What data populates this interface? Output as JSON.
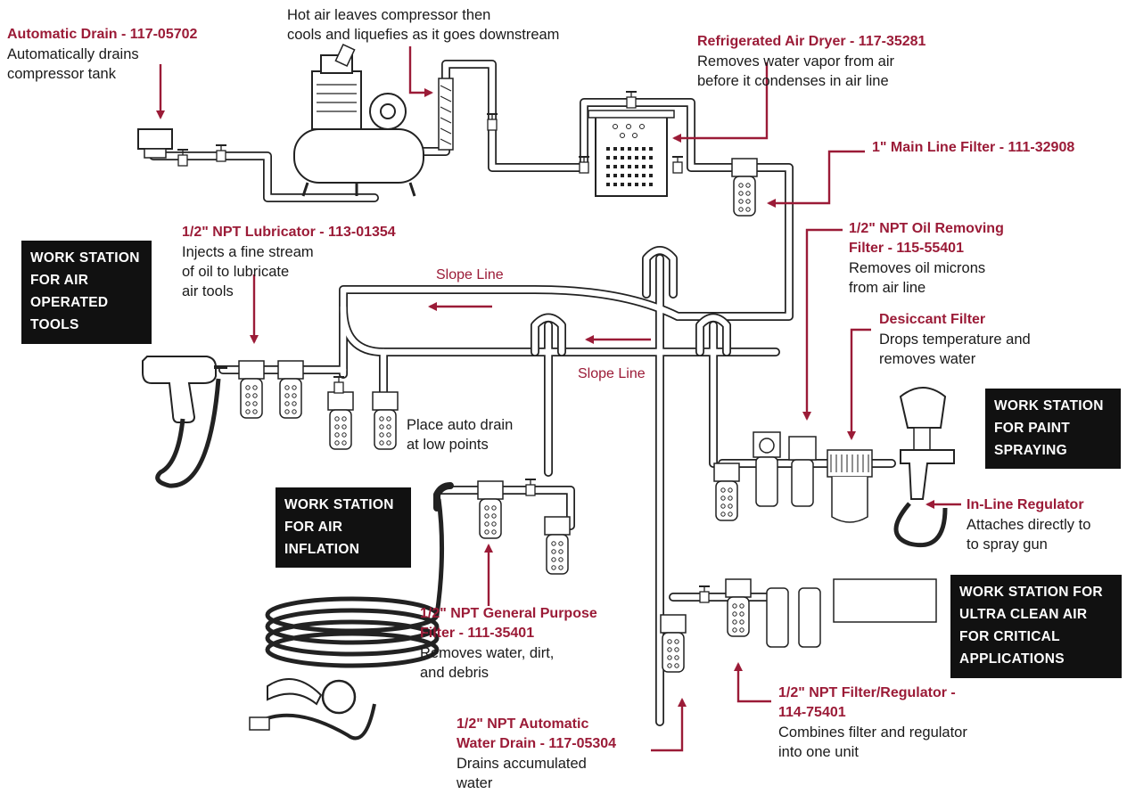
{
  "callouts": {
    "auto_drain": {
      "title": "Automatic Drain - 117-05702",
      "desc": [
        "Automatically drains",
        "compressor tank"
      ]
    },
    "hot_air": {
      "desc": [
        "Hot air leaves compressor then",
        "cools and liquefies as it goes downstream"
      ]
    },
    "dryer": {
      "title": "Refrigerated Air Dryer - 117-35281",
      "desc": [
        "Removes water vapor from air",
        "before it condenses in air line"
      ]
    },
    "main_filter": {
      "title": "1\" Main Line Filter - 111-32908"
    },
    "lubricator": {
      "title": "1/2\" NPT Lubricator - 113-01354",
      "desc": [
        "Injects a fine stream",
        "of oil to lubricate",
        "air tools"
      ]
    },
    "oil_filter": {
      "title": [
        "1/2\" NPT Oil Removing",
        "Filter - 115-55401"
      ],
      "desc": [
        "Removes oil microns",
        "from air line"
      ]
    },
    "desiccant": {
      "title": "Desiccant Filter",
      "desc": [
        "Drops temperature and",
        "removes water"
      ]
    },
    "inline_reg": {
      "title": "In-Line Regulator",
      "desc": [
        "Attaches directly to",
        "to spray gun"
      ]
    },
    "general_filter": {
      "title": [
        "1/2\" NPT General Purpose",
        "Filter - 111-35401"
      ],
      "desc": [
        "Removes water, dirt,",
        "and debris"
      ]
    },
    "water_drain": {
      "title": [
        "1/2\"  NPT Automatic",
        "Water Drain - 117-05304"
      ],
      "desc": [
        "Drains accumulated",
        "water"
      ]
    },
    "filter_reg": {
      "title": [
        "1/2\" NPT Filter/Regulator -",
        "114-75401"
      ],
      "desc": [
        "Combines filter and regulator",
        "into one unit"
      ]
    }
  },
  "notes": {
    "low_points": [
      "Place auto drain",
      "at low points"
    ],
    "slope_upper": "Slope Line",
    "slope_lower": "Slope Line"
  },
  "stations": {
    "air_tools": [
      "WORK STATION",
      "FOR AIR",
      "OPERATED",
      "TOOLS"
    ],
    "paint": [
      "WORK STATION",
      "FOR PAINT",
      "SPRAYING"
    ],
    "inflation": [
      "WORK STATION",
      "FOR AIR",
      "INFLATION"
    ],
    "ultra_clean": [
      "WORK STATION FOR",
      "ULTRA CLEAN AIR",
      "FOR CRITICAL",
      "APPLICATIONS"
    ]
  },
  "colors": {
    "accent": "#9b1b37",
    "ink": "#1a1a1a",
    "station_bg": "#111111"
  },
  "icons": [
    "air-compressor-icon",
    "refrigerated-dryer-icon",
    "filter-bowl-icon",
    "impact-wrench-icon",
    "paint-spray-gun-icon",
    "coiled-hose-icon",
    "tire-inflator-gauge-icon",
    "arrow-icon"
  ]
}
